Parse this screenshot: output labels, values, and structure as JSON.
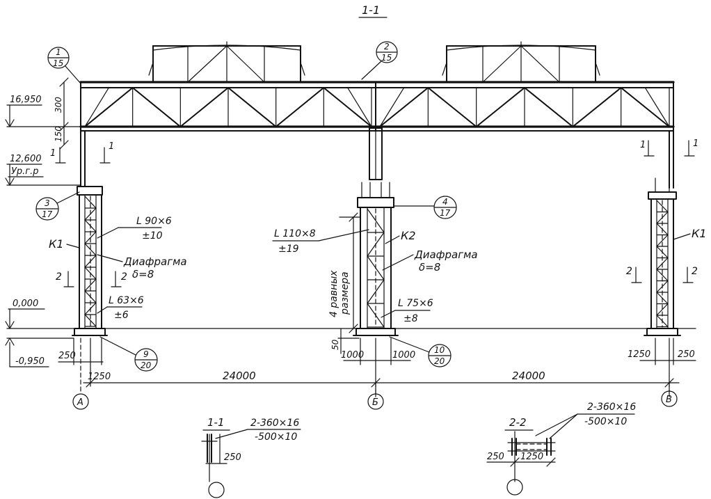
{
  "section_title": "1-1",
  "callouts": {
    "c1": {
      "top": "1",
      "bottom": "15"
    },
    "c2": {
      "top": "2",
      "bottom": "15"
    },
    "c3": {
      "top": "3",
      "bottom": "17"
    },
    "c4": {
      "top": "4",
      "bottom": "17"
    },
    "c9": {
      "top": "9",
      "bottom": "20"
    },
    "c10": {
      "top": "10",
      "bottom": "20"
    }
  },
  "elevations": {
    "top": "16,950",
    "crane": "12,600",
    "ground_level": "Ур.г.р",
    "floor": "0,000",
    "base": "-0,950"
  },
  "left_dims": {
    "truss_depth": "300",
    "gap": "150"
  },
  "section_marks": {
    "one": "1",
    "two": "2"
  },
  "col_left": {
    "mark": "К1",
    "angle_top": "L 90×6",
    "angle_top_sub": "±10",
    "diaphragm": "Диафрагма",
    "diaphragm_thk": "δ=8",
    "angle_bottom": "L 63×6",
    "angle_bottom_sub": "±6"
  },
  "col_mid": {
    "mark": "К2",
    "angle_top": "L 110×8",
    "angle_top_sub": "±19",
    "diaphragm": "Диафрагма",
    "diaphragm_thk": "δ=8",
    "vertical_dim_1": "4 равных",
    "vertical_dim_2": "размера",
    "angle_bottom": "L 75×6",
    "angle_bottom_sub": "±8",
    "bottom_dim": "50",
    "span_left": "1000",
    "span_right": "1000"
  },
  "col_right": {
    "mark": "К1"
  },
  "bottom_dims": {
    "left_a": "250",
    "left_b": "1250",
    "span1": "24000",
    "span2": "24000",
    "right_a": "1250",
    "right_b": "250"
  },
  "axes": {
    "a": "А",
    "b": "Б",
    "c": "В"
  },
  "detail_1": {
    "title": "1-1",
    "line1": "2-360×16",
    "line2": "-500×10",
    "dim": "250"
  },
  "detail_2": {
    "title": "2-2",
    "line1": "2-360×16",
    "line2": "-500×10",
    "dim_a": "250",
    "dim_b": "1250"
  }
}
